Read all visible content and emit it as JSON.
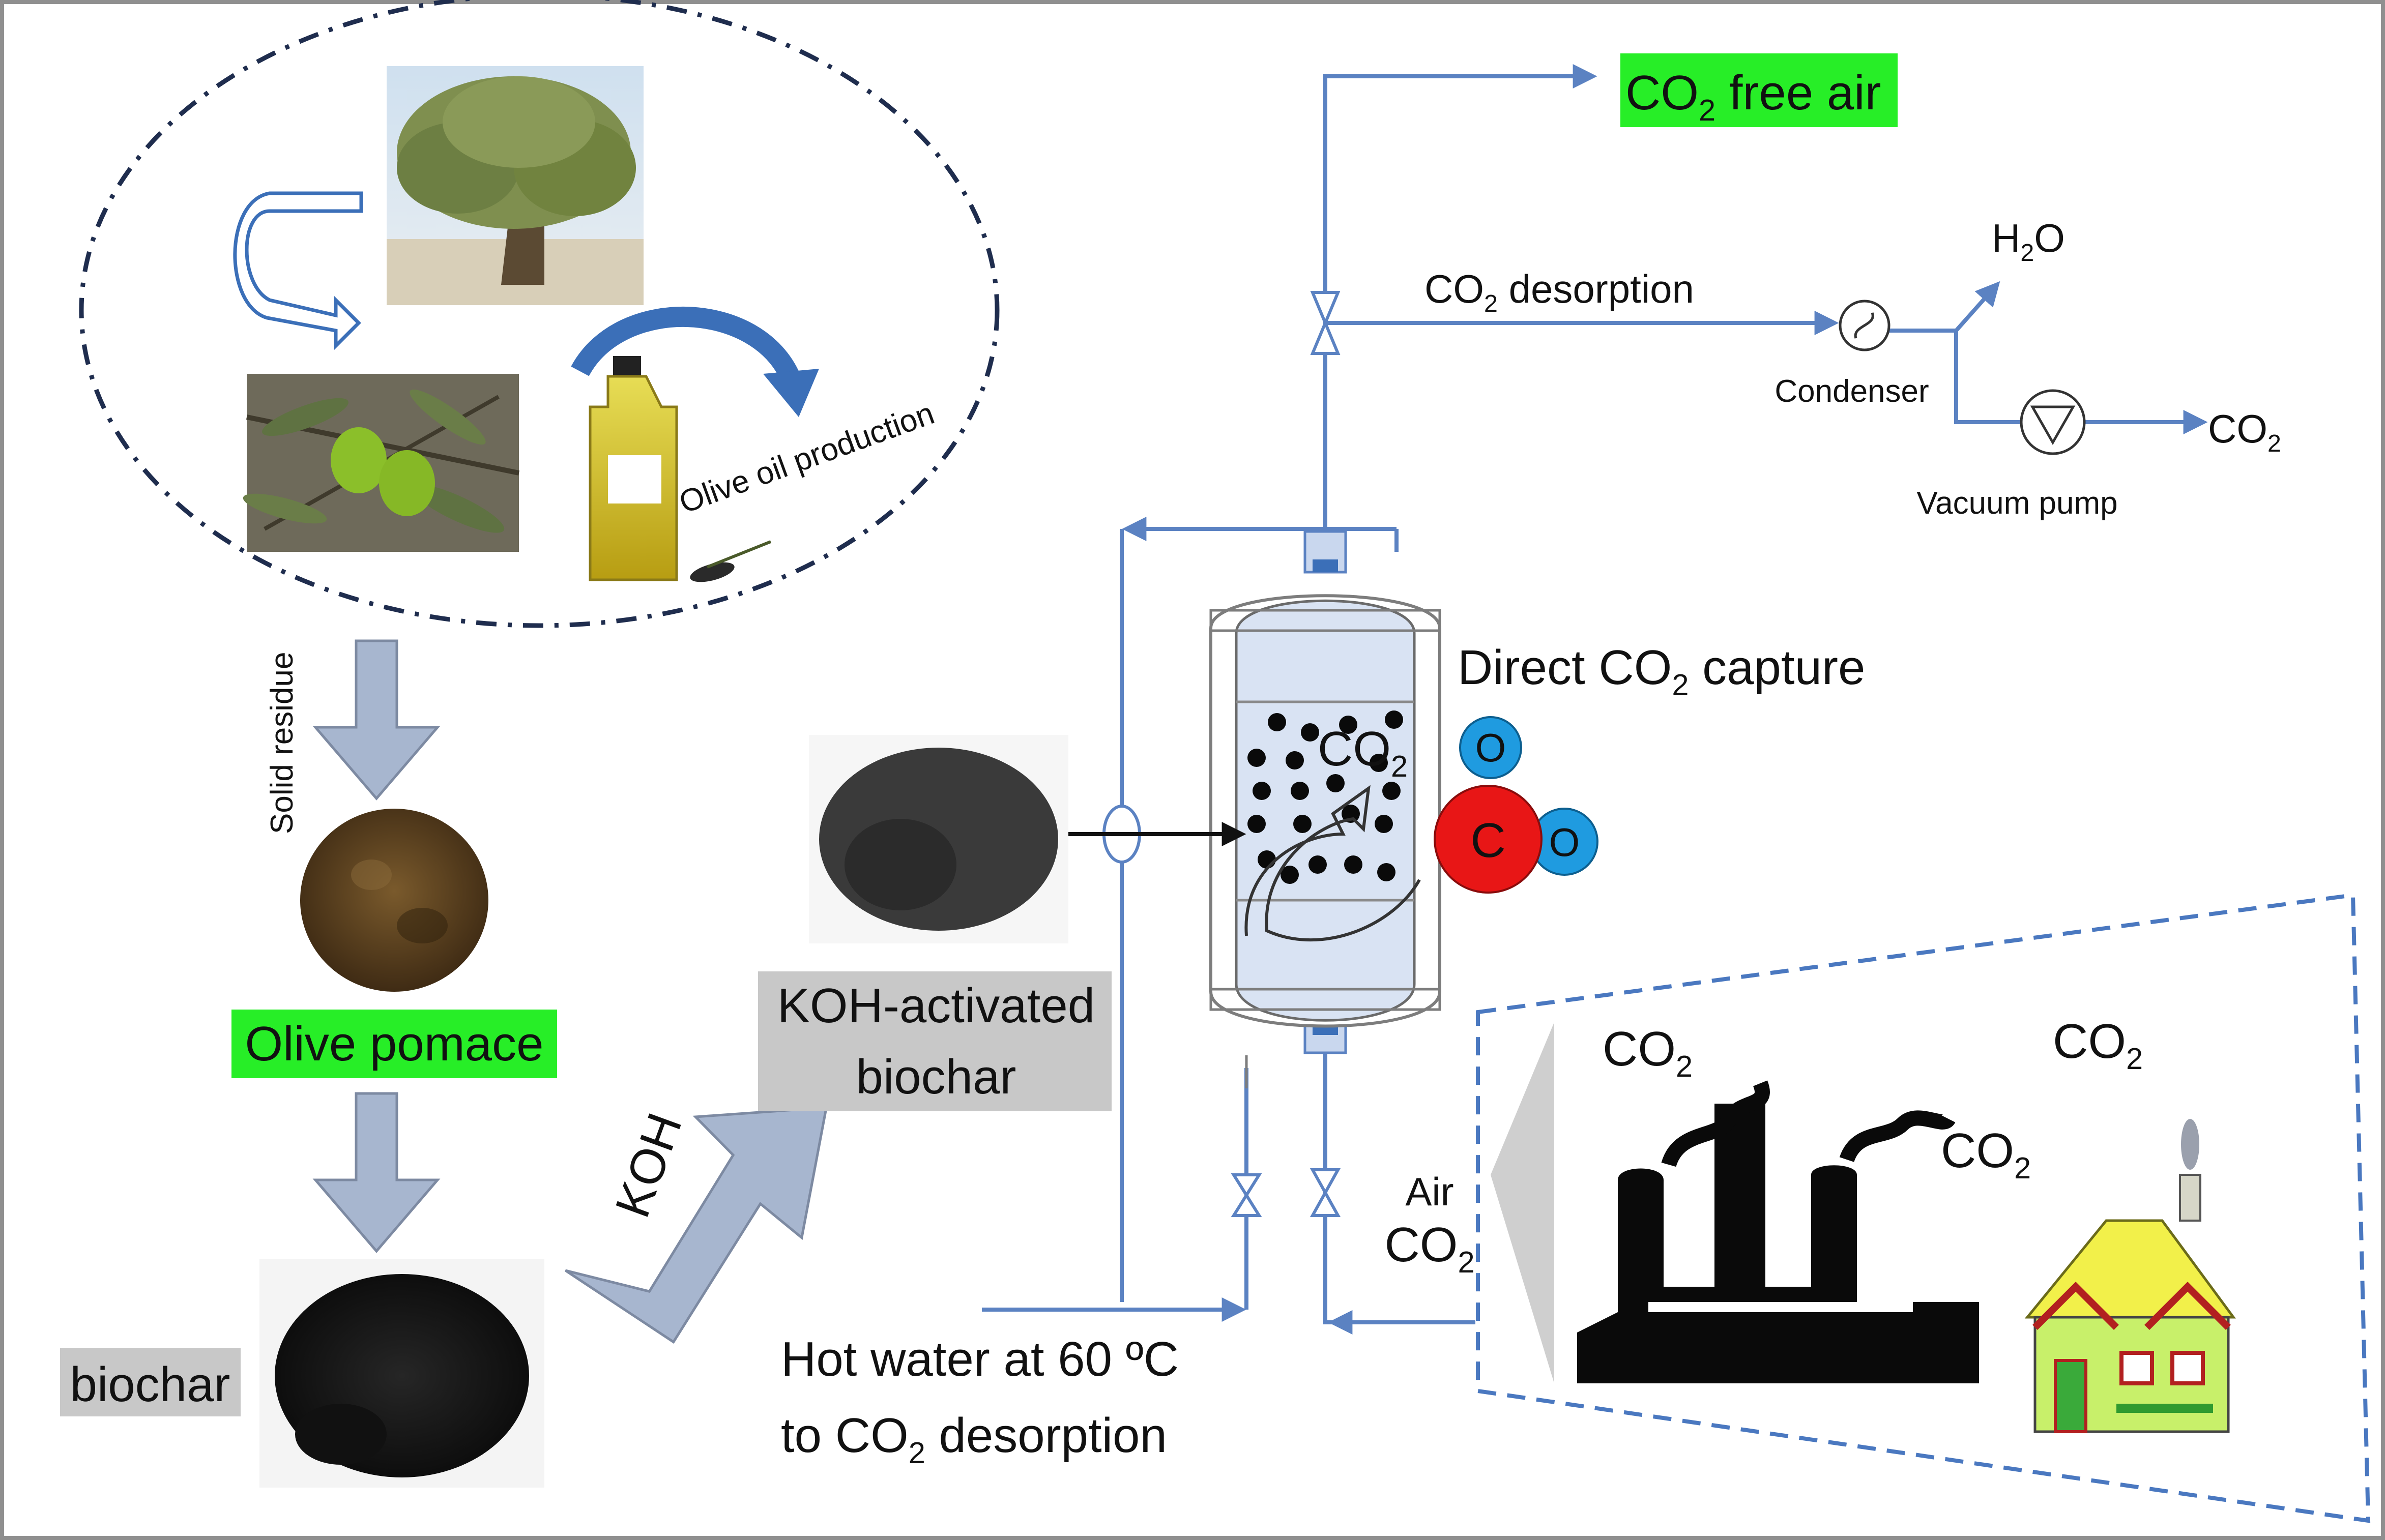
{
  "labels": {
    "co2_free_air_co": "CO",
    "co2_free_air_sub": "2",
    "co2_free_air_rest": " free air",
    "desorption_co": "CO",
    "desorption_sub": "2",
    "desorption_rest": " desorption",
    "h2o_h": "H",
    "h2o_sub": "2",
    "h2o_o": "O",
    "condenser": "Condenser",
    "vacuum_pump": "Vacuum pump",
    "co2_out_co": "CO",
    "co2_out_sub": "2",
    "direct_capture_pre": "Direct CO",
    "direct_capture_sub": "2",
    "direct_capture_post": " capture",
    "reactor_co2_co": "CO",
    "reactor_co2_sub": "2",
    "molecule_o1": "O",
    "molecule_c": "C",
    "molecule_o2": "O",
    "olive_oil_production": "Olive oil production",
    "solid_residue": "Solid residue",
    "olive_pomace": "Olive pomace",
    "koh": "KOH",
    "koh_activated_line1": "KOH-activated",
    "koh_activated_line2": "biochar",
    "biochar": "biochar",
    "hot_water_line1": "Hot water at 60 ºC",
    "hot_water_line2_pre": "to CO",
    "hot_water_line2_sub": "2",
    "hot_water_line2_post": " desorption",
    "air": "Air",
    "air_co2_co": "CO",
    "air_co2_sub": "2",
    "emission1_co": "CO",
    "emission1_sub": "2",
    "emission2_co": "CO",
    "emission2_sub": "2",
    "emission3_co": "CO",
    "emission3_sub": "2"
  },
  "colors": {
    "pipe": "#5b82c2",
    "highlight_green": "#27ee27",
    "highlight_gray": "#c8c8c8",
    "molecule_carbon": "#e81616",
    "molecule_oxygen": "#1f9be0",
    "process_arrow": "#a7b6cf",
    "dashed_border": "#4a78c0"
  }
}
